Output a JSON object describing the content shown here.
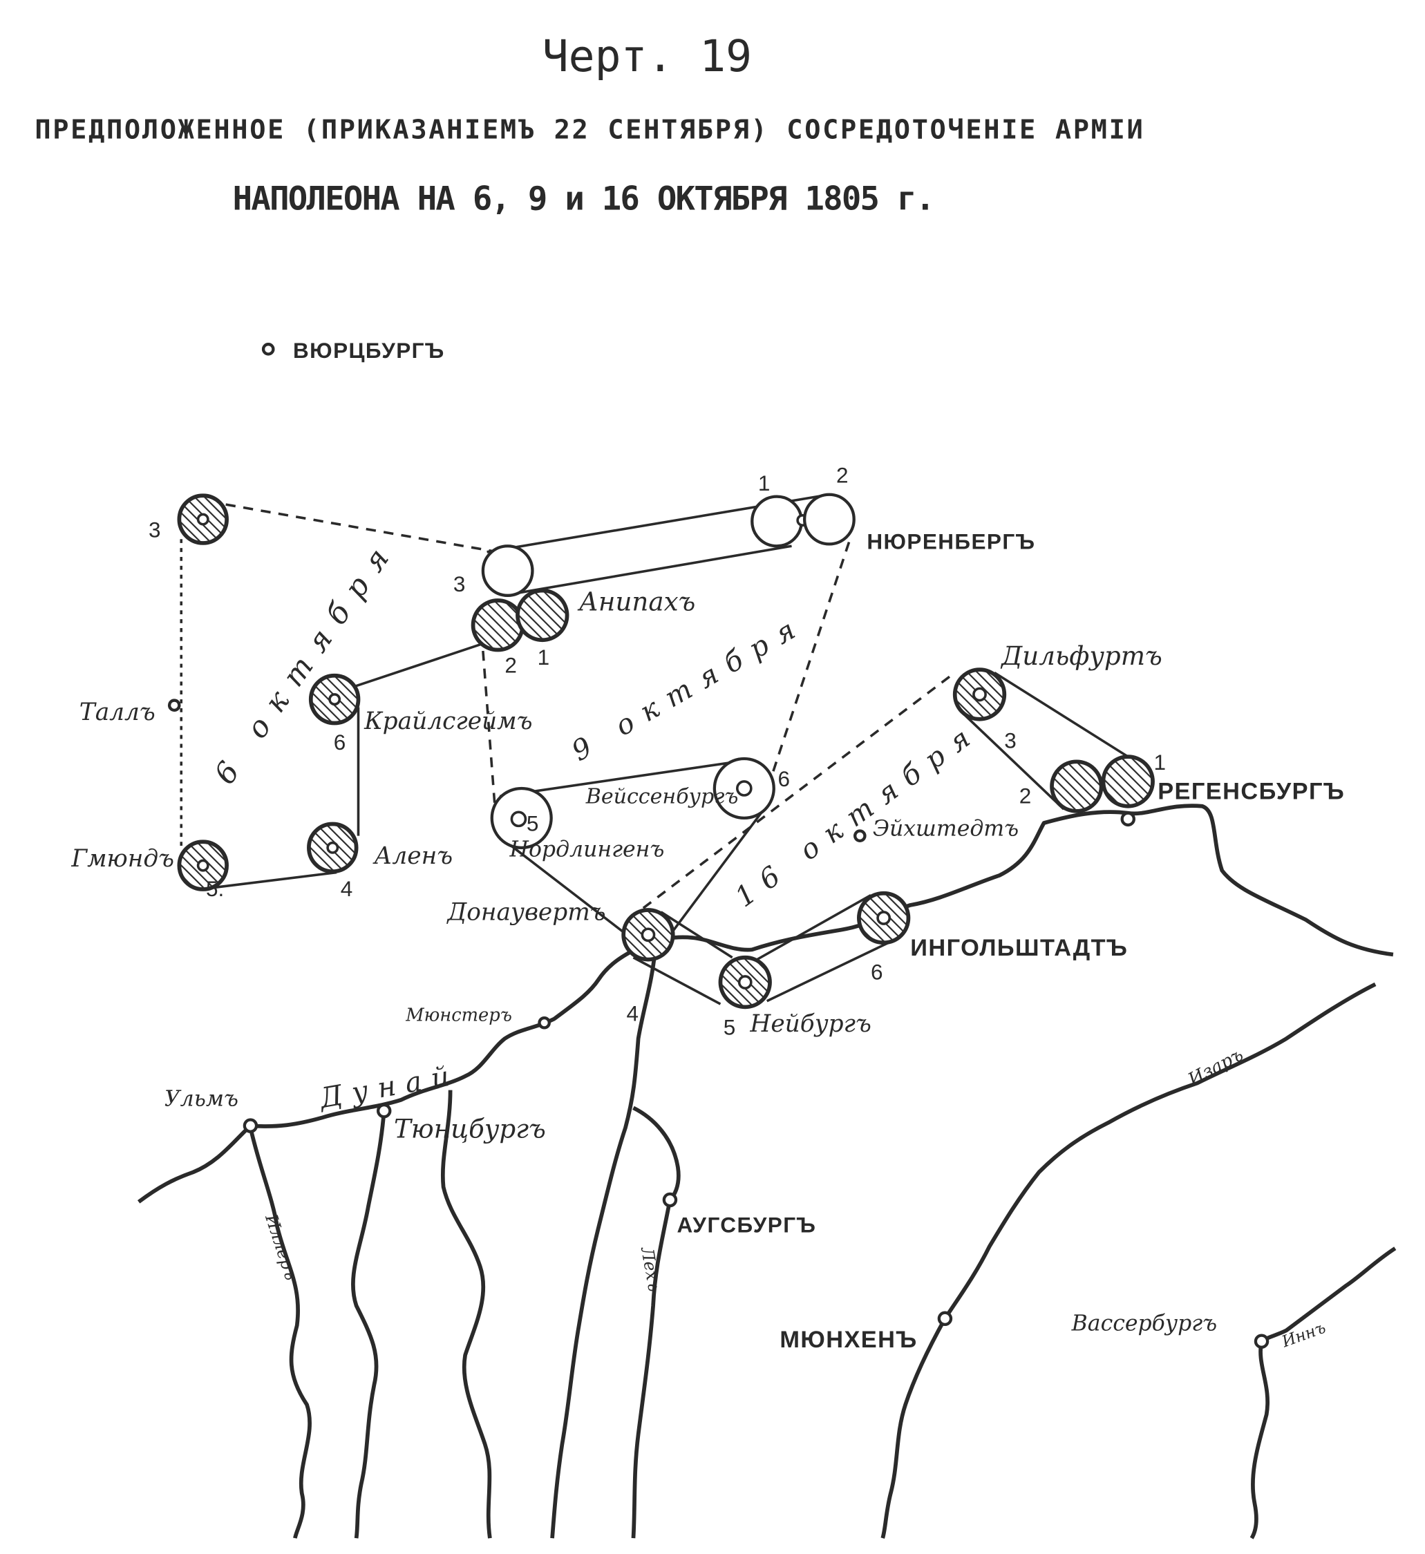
{
  "title": {
    "chart_no": "Черт. 19",
    "line1": "ПРЕДПОЛОЖЕННОЕ (ПРИКАЗАНІЕМЪ 22 СЕНТЯБРЯ) СОСРЕДОТОЧЕНІЕ АРМІИ",
    "line2": "НАПОЛЕОНА НА 6, 9 и 16 ОКТЯБРЯ 1805 г."
  },
  "periods": {
    "oct6": "6 октября",
    "oct9": "9 октября",
    "oct16": "16 октября"
  },
  "places": {
    "wurzburg": "ВЮРЦБУРГЪ",
    "nurnberg": "НЮРЕНБЕРГЪ",
    "ansbach": "Анипахъ",
    "hall": "Таллъ",
    "crailsheim": "Крайлсгеймъ",
    "weissenburg": "Вейссенбургъ",
    "nordlingen": "Нордлингенъ",
    "gmund": "Гмюндъ",
    "aalen": "Аленъ",
    "eichstedt": "Эйхштедтъ",
    "dillfurt": "Дильфуртъ",
    "regensburg": "РЕГЕНСБУРГЪ",
    "donauwerth": "Донаувертъ",
    "ingolstadt": "ИНГОЛЬШТАДТЪ",
    "neuburg": "Нейбургъ",
    "munster": "Мюнстеръ",
    "ulm": "Ульмъ",
    "gunzburg": "Тюнцбургъ",
    "augsburg": "АУГСБУРГЪ",
    "munchen": "МЮНХЕНЪ",
    "wasserburg": "Вассербургъ"
  },
  "rivers": {
    "danube": "Дунай",
    "iller": "Иллеръ",
    "lech": "Лехъ",
    "isar": "Изаръ",
    "inn": "Иннъ"
  },
  "corps_numbers": {
    "oct6": [
      "3",
      "6",
      "4",
      "5."
    ],
    "oct9": [
      "1",
      "2",
      "3",
      "2",
      "1",
      "5",
      "6"
    ],
    "oct16": [
      "4",
      "5",
      "6",
      "3",
      "2",
      "1"
    ]
  }
}
